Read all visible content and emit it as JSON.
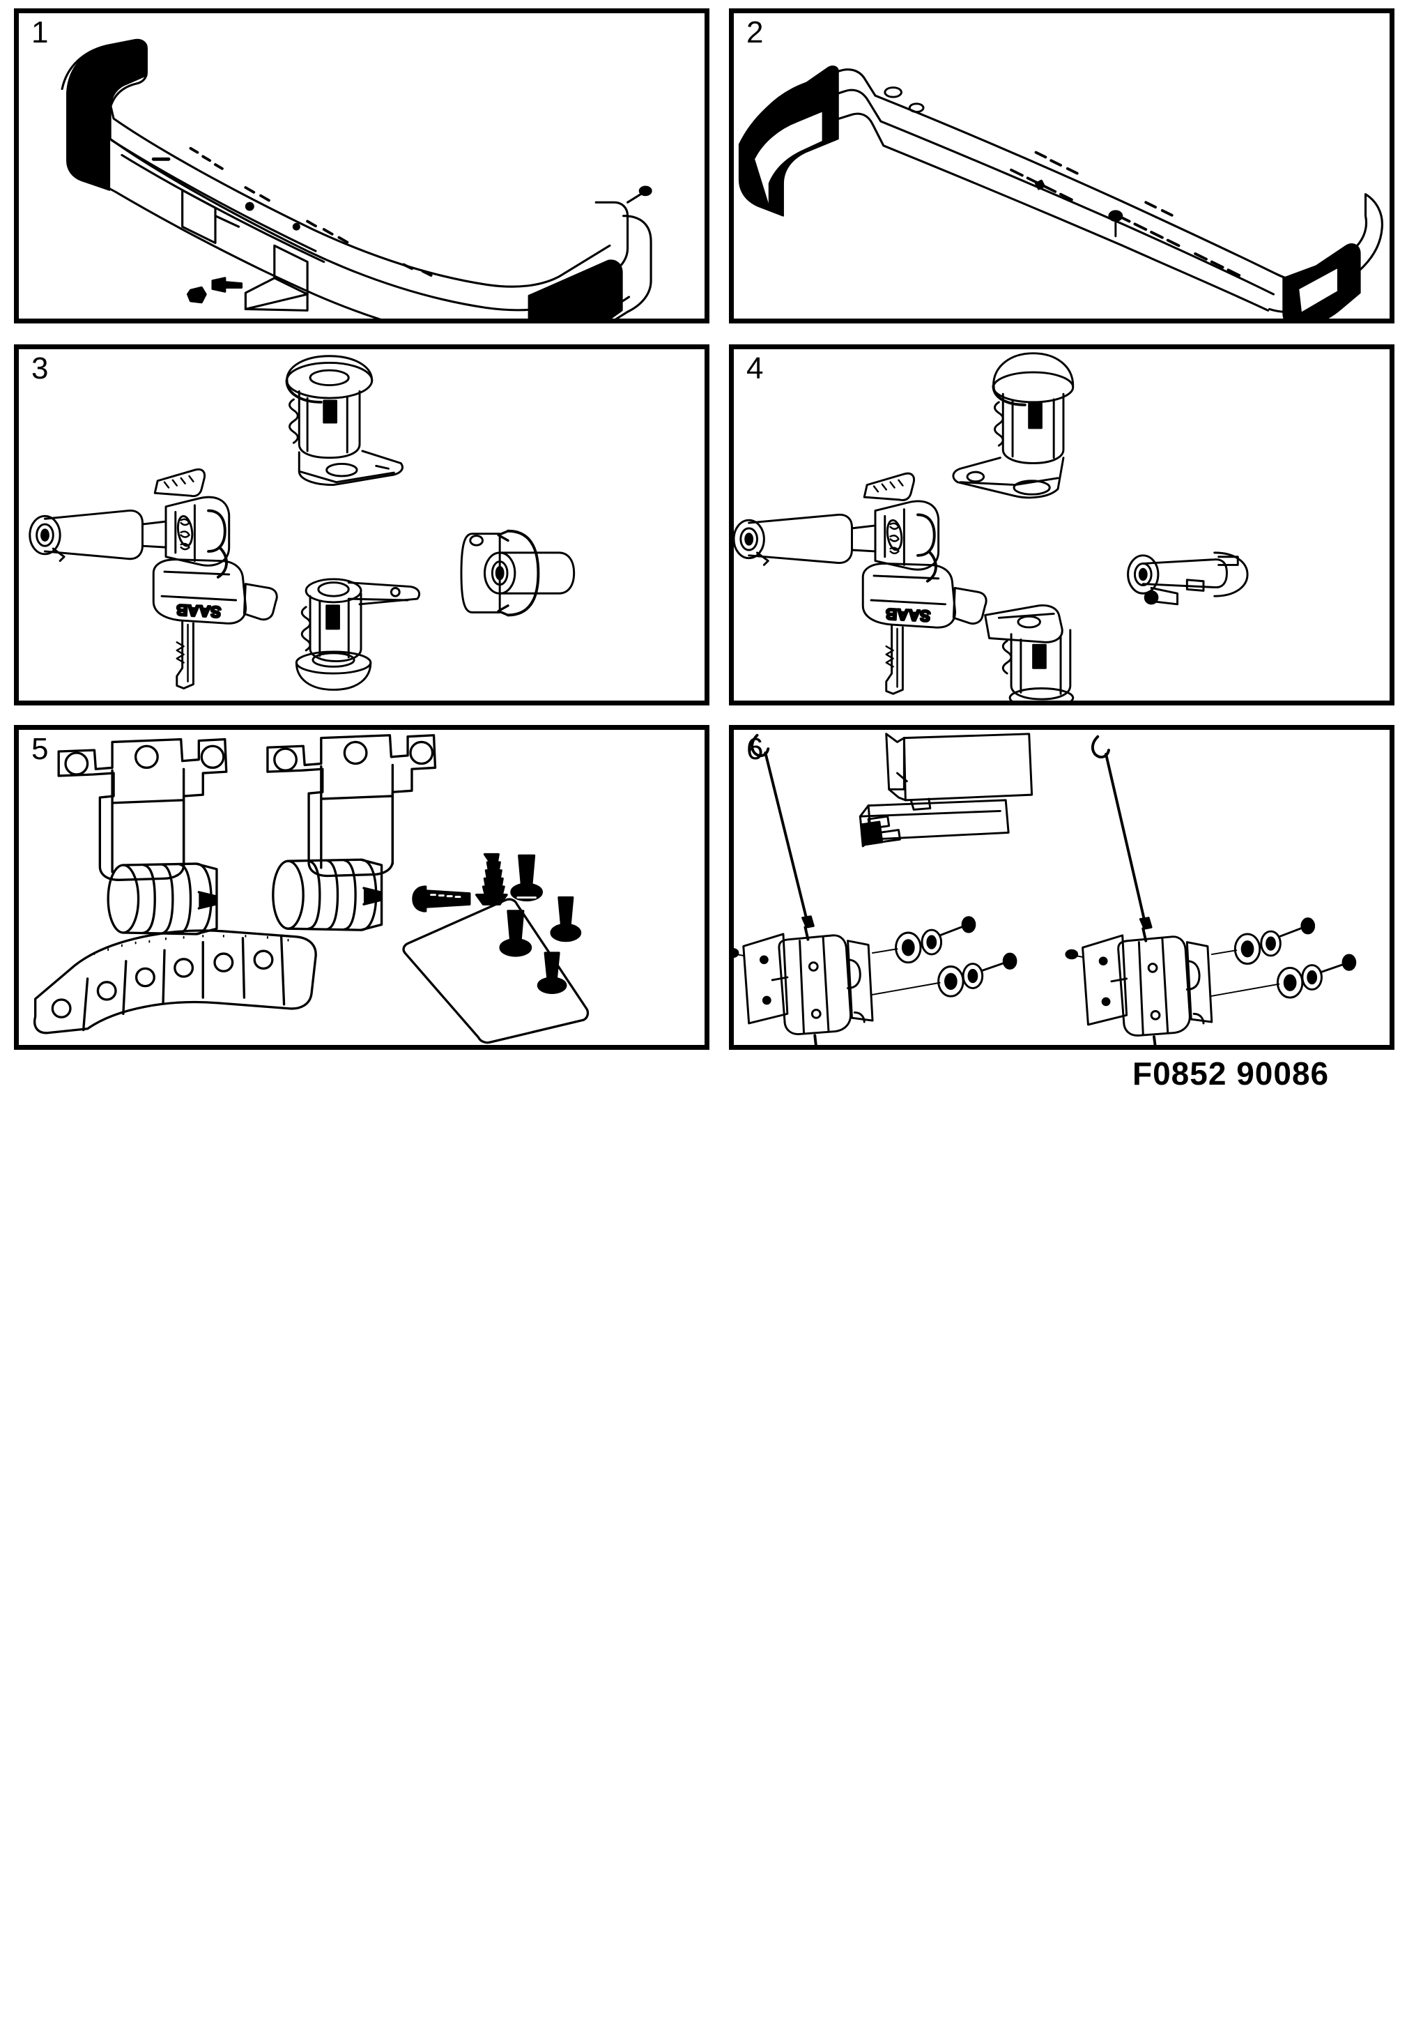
{
  "document": {
    "type": "parts-catalogue-illustration",
    "caption": "F0852 90086",
    "brand_marking": "SAAB",
    "panel_count": 6,
    "colors": {
      "ink": "#000000",
      "paper": "#ffffff"
    }
  },
  "panels": [
    {
      "number": "1",
      "name": "front-bumper-assembly",
      "description": "Front bumper / spoiler moulding shown in three-quarter view with mounting bracket, bolt and nut detached below centre",
      "items": [
        "front bumper moulding",
        "centre mounting bracket",
        "bolt",
        "nut"
      ]
    },
    {
      "number": "2",
      "name": "rear-bumper-assembly",
      "description": "Rear bumper / spoiler moulding shown in three-quarter view with integral end caps and mounting stud",
      "items": [
        "rear bumper moulding",
        "mounting stud"
      ]
    },
    {
      "number": "3",
      "name": "lock-cylinder-set-left",
      "description": "Lock barrel set with two SAAB keys on ring; four lock cylinders arranged around the keys",
      "items": [
        "ignition lock cylinder",
        "SAAB key pair on ring",
        "boot / tailgate lock cylinder with operating arm",
        "door lock cylinder with retaining clip",
        "glovebox lock cylinder with arm and grommet"
      ]
    },
    {
      "number": "4",
      "name": "lock-cylinder-set-right",
      "description": "Alternative lock barrel set with two SAAB keys on ring and four lock cylinders in differing orientations",
      "items": [
        "ignition lock cylinder",
        "SAAB key pair on ring",
        "bonnet lock cylinder with operating arm",
        "door lock cylinder with end cap",
        "tailgate lock cylinder with arm"
      ]
    },
    {
      "number": "5",
      "name": "mounting-hardware-kit",
      "description": "Fitting kit: two mounting brackets, assorted self-tapping screws, two rubber bellows / bushings, perforated mounting strap and an instruction sheet",
      "items": [
        "mounting bracket left",
        "mounting bracket right",
        "self-tapping screws (6)",
        "rubber bellows (2)",
        "perforated mounting strap",
        "instruction sheet"
      ]
    },
    {
      "number": "6",
      "name": "central-locking-actuators",
      "description": "Central locking installation: control relay box at top, two door lock actuators with brackets, grommets and washers, plus a central actuator/switch unit with wiring harness and connectors",
      "items": [
        "control unit / relay bracket",
        "door lock actuator left",
        "door lock actuator right",
        "central actuator switch unit",
        "rubber grommets and washers",
        "screws",
        "wiring harness with connectors"
      ]
    }
  ]
}
